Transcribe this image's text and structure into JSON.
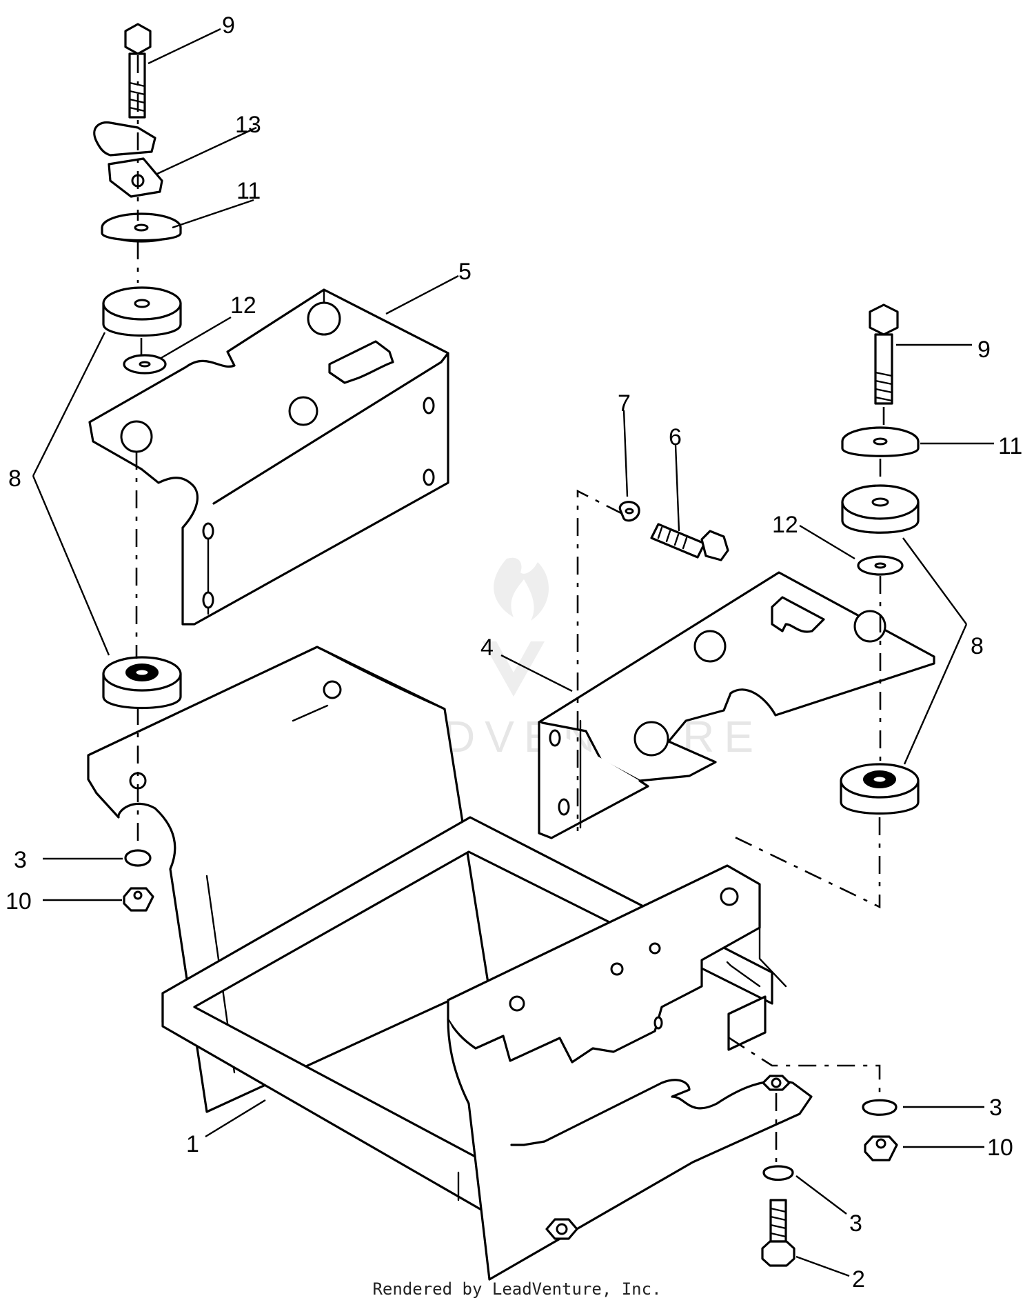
{
  "watermark": {
    "text": "LEADVENTURE",
    "color": "#e6e6e6"
  },
  "footer": {
    "text": "Rendered by LeadVenture, Inc."
  },
  "callouts": [
    {
      "id": "c9-top",
      "label": "9"
    },
    {
      "id": "c13",
      "label": "13"
    },
    {
      "id": "c11-top",
      "label": "11"
    },
    {
      "id": "c5",
      "label": "5"
    },
    {
      "id": "c12-left",
      "label": "12"
    },
    {
      "id": "c8-left",
      "label": "8"
    },
    {
      "id": "c9-right",
      "label": "9"
    },
    {
      "id": "c7",
      "label": "7"
    },
    {
      "id": "c6",
      "label": "6"
    },
    {
      "id": "c11-right",
      "label": "11"
    },
    {
      "id": "c12-right",
      "label": "12"
    },
    {
      "id": "c8-right",
      "label": "8"
    },
    {
      "id": "c4",
      "label": "4"
    },
    {
      "id": "c3-left",
      "label": "3"
    },
    {
      "id": "c10-left",
      "label": "10"
    },
    {
      "id": "c1",
      "label": "1"
    },
    {
      "id": "c3-right-upper",
      "label": "3"
    },
    {
      "id": "c10-right",
      "label": "10"
    },
    {
      "id": "c3-right-lower",
      "label": "3"
    },
    {
      "id": "c2",
      "label": "2"
    }
  ]
}
